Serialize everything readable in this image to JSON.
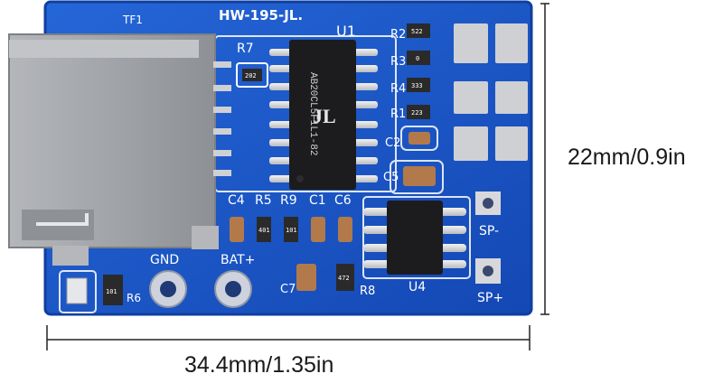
{
  "board": {
    "model": "HW-195-JL.",
    "chip_marking": "AB20CL5F1L1-82",
    "chip_logo": "JL",
    "labels": {
      "tf": "TF1",
      "u1": "U1",
      "u4": "U4",
      "r2": "R2",
      "r3": "R3",
      "r4": "R4",
      "r1": "R1",
      "r5": "R5",
      "r6": "R6",
      "r7": "R7",
      "r8": "R8",
      "r9": "R9",
      "c1": "C1",
      "c2": "C2",
      "c4": "C4",
      "c5": "C5",
      "c6": "C6",
      "c7": "C7",
      "gnd": "GND",
      "bat": "BAT+",
      "sp_minus": "SP-",
      "sp_plus": "SP+"
    },
    "resistor_codes": {
      "r7": "202",
      "r2": "522",
      "r3": "0",
      "r4": "333",
      "r1": "223",
      "r5": "401",
      "r9": "101",
      "r6": "101",
      "r8": "472"
    },
    "colors": {
      "pcb": "#1a58c8",
      "pcb_dark": "#0f3f9e",
      "silkscreen": "#ffffff",
      "chip": "#1c1c1e",
      "pad": "#d8d8dc",
      "card_slot": "#9ea1a6"
    }
  },
  "dimensions": {
    "height": "22mm/0.9in",
    "width": "34.4mm/1.35in"
  }
}
